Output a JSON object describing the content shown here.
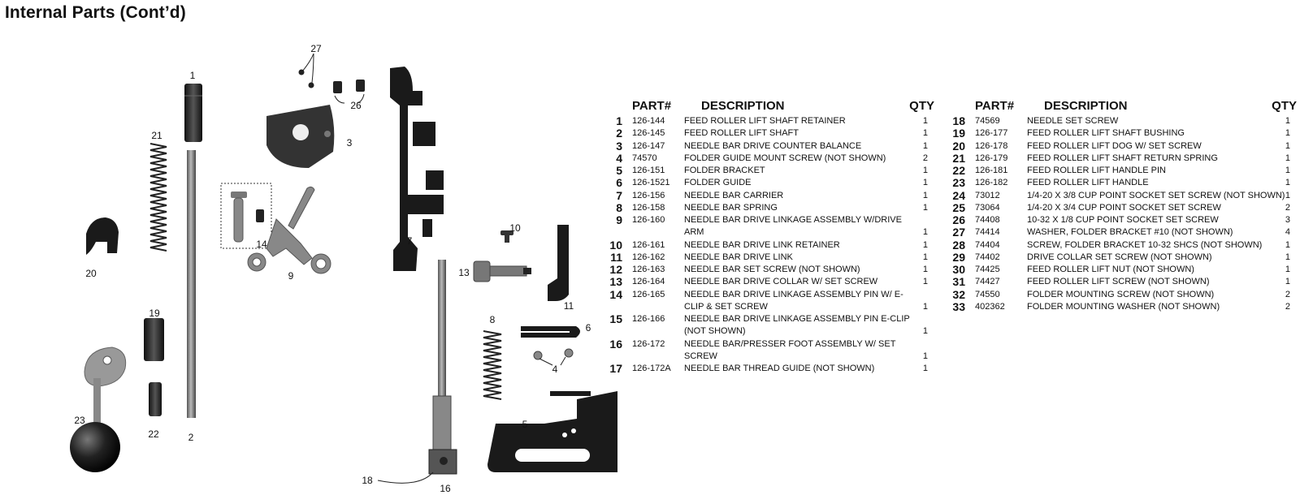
{
  "title": "Internal Parts (Cont’d)",
  "diagram": {
    "callouts": [
      "1",
      "2",
      "3",
      "4",
      "5",
      "6",
      "7",
      "8",
      "9",
      "10",
      "11",
      "13",
      "14",
      "16",
      "18",
      "19",
      "20",
      "21",
      "22",
      "23",
      "26",
      "27"
    ]
  },
  "table_headers": {
    "part": "PART#",
    "description": "DESCRIPTION",
    "qty": "QTY"
  },
  "parts_left": [
    {
      "no": "1",
      "part": "126-144",
      "desc": "FEED ROLLER LIFT SHAFT RETAINER",
      "qty": "1"
    },
    {
      "no": "2",
      "part": "126-145",
      "desc": "FEED ROLLER LIFT SHAFT",
      "qty": "1"
    },
    {
      "no": "3",
      "part": "126-147",
      "desc": "NEEDLE BAR DRIVE COUNTER BALANCE",
      "qty": "1"
    },
    {
      "no": "4",
      "part": "74570",
      "desc": "FOLDER GUIDE MOUNT SCREW (NOT SHOWN)",
      "qty": "2"
    },
    {
      "no": "5",
      "part": "126-151",
      "desc": "FOLDER BRACKET",
      "qty": "1"
    },
    {
      "no": "6",
      "part": "126-1521",
      "desc": "FOLDER GUIDE",
      "qty": "1"
    },
    {
      "no": "7",
      "part": "126-156",
      "desc": "NEEDLE BAR CARRIER",
      "qty": "1"
    },
    {
      "no": "8",
      "part": "126-158",
      "desc": "NEEDLE BAR SPRING",
      "qty": "1"
    },
    {
      "no": "9",
      "part": "126-160",
      "desc": "NEEDLE BAR DRIVE LINKAGE ASSEMBLY W/DRIVE ARM",
      "qty": "1"
    },
    {
      "no": "10",
      "part": "126-161",
      "desc": "NEEDLE BAR DRIVE LINK RETAINER",
      "qty": "1"
    },
    {
      "no": "11",
      "part": "126-162",
      "desc": "NEEDLE BAR DRIVE LINK",
      "qty": "1"
    },
    {
      "no": "12",
      "part": "126-163",
      "desc": "NEEDLE BAR SET SCREW (NOT SHOWN)",
      "qty": "1"
    },
    {
      "no": "13",
      "part": "126-164",
      "desc": "NEEDLE BAR DRIVE COLLAR W/ SET SCREW",
      "qty": "1"
    },
    {
      "no": "14",
      "part": "126-165",
      "desc": "NEEDLE BAR DRIVE LINKAGE ASSEMBLY PIN  W/ E-CLIP & SET SCREW",
      "qty": "1"
    },
    {
      "no": "15",
      "part": "126-166",
      "desc": "NEEDLE BAR DRIVE LINKAGE ASSEMBLY PIN E-CLIP (NOT SHOWN)",
      "qty": "1"
    },
    {
      "no": "16",
      "part": "126-172",
      "desc": "NEEDLE BAR/PRESSER FOOT ASSEMBLY W/ SET SCREW",
      "qty": "1"
    },
    {
      "no": "17",
      "part": "126-172A",
      "desc": "NEEDLE BAR THREAD GUIDE (NOT SHOWN)",
      "qty": "1"
    }
  ],
  "parts_right": [
    {
      "no": "18",
      "part": "74569",
      "desc": "NEEDLE SET SCREW",
      "qty": "1"
    },
    {
      "no": "19",
      "part": "126-177",
      "desc": "FEED ROLLER LIFT SHAFT BUSHING",
      "qty": "1"
    },
    {
      "no": "20",
      "part": "126-178",
      "desc": "FEED ROLLER LIFT DOG W/ SET SCREW",
      "qty": "1"
    },
    {
      "no": "21",
      "part": "126-179",
      "desc": "FEED ROLLER LIFT SHAFT RETURN SPRING",
      "qty": "1"
    },
    {
      "no": "22",
      "part": "126-181",
      "desc": "FEED ROLLER LIFT HANDLE PIN",
      "qty": "1"
    },
    {
      "no": "23",
      "part": "126-182",
      "desc": "FEED ROLLER LIFT HANDLE",
      "qty": "1"
    },
    {
      "no": "24",
      "part": "73012",
      "desc": "1/4-20 X 3/8 CUP POINT SOCKET SET SCREW (NOT SHOWN)",
      "qty": "1"
    },
    {
      "no": "25",
      "part": "73064",
      "desc": "1/4-20 X 3/4 CUP POINT SOCKET SET SCREW",
      "qty": "2"
    },
    {
      "no": "26",
      "part": "74408",
      "desc": "10-32 X 1/8 CUP POINT SOCKET SET SCREW",
      "qty": "3"
    },
    {
      "no": "27",
      "part": "74414",
      "desc": "WASHER, FOLDER BRACKET #10 (NOT SHOWN)",
      "qty": "4"
    },
    {
      "no": "28",
      "part": "74404",
      "desc": "SCREW, FOLDER BRACKET 10-32 SHCS (NOT SHOWN)",
      "qty": "1"
    },
    {
      "no": "29",
      "part": "74402",
      "desc": "DRIVE COLLAR SET SCREW (NOT SHOWN)",
      "qty": "1"
    },
    {
      "no": "30",
      "part": "74425",
      "desc": "FEED ROLLER LIFT NUT (NOT SHOWN)",
      "qty": "1"
    },
    {
      "no": "31",
      "part": "74427",
      "desc": "FEED ROLLER LIFT SCREW (NOT SHOWN)",
      "qty": "1"
    },
    {
      "no": "32",
      "part": "74550",
      "desc": "FOLDER MOUNTING SCREW (NOT SHOWN)",
      "qty": "2"
    },
    {
      "no": "33",
      "part": "402362",
      "desc": "FOLDER MOUNTING WASHER (NOT SHOWN)",
      "qty": "2"
    }
  ]
}
